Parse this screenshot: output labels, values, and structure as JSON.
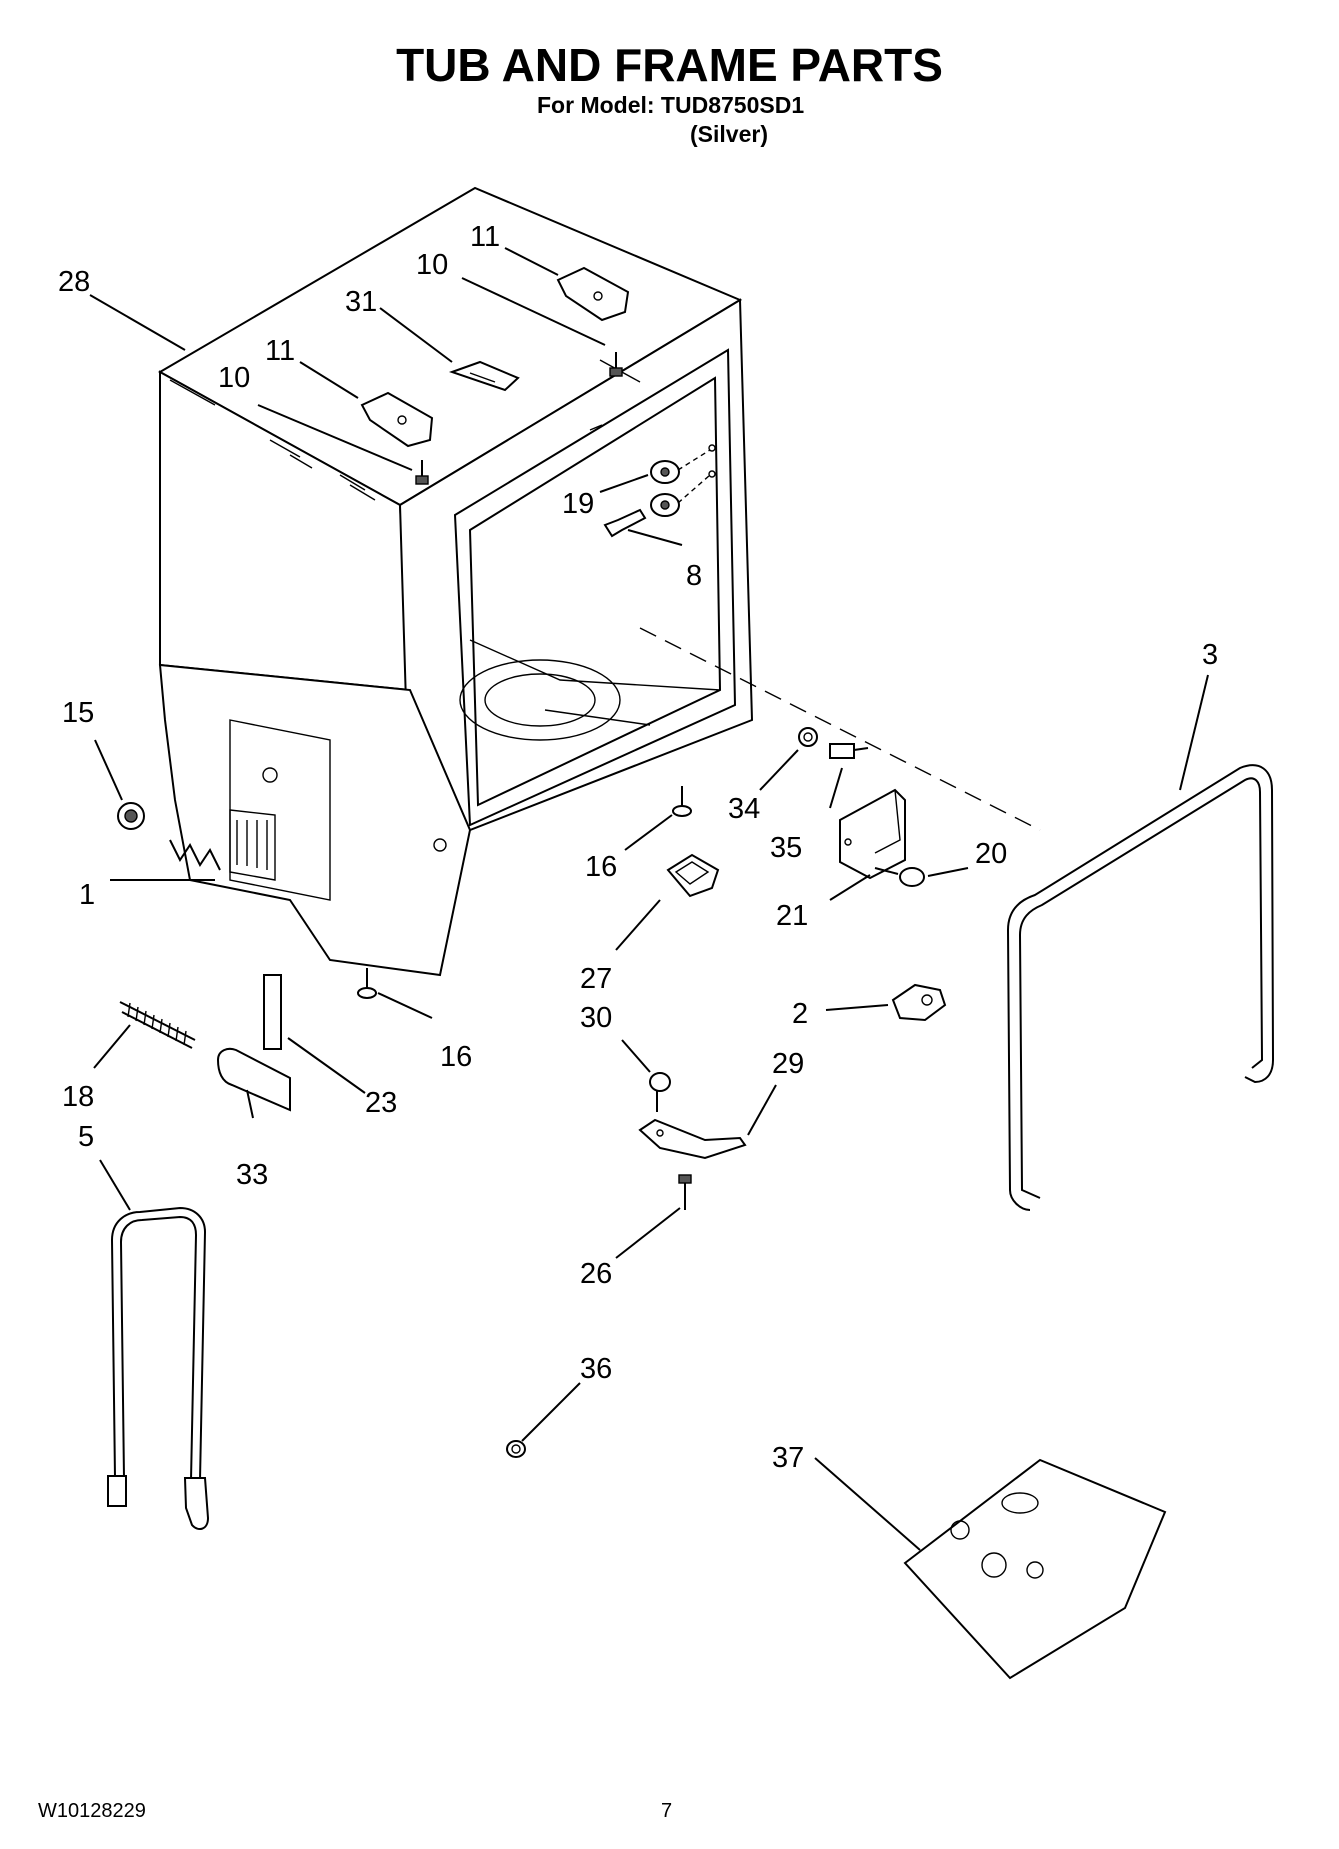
{
  "title": "TUB AND FRAME PARTS",
  "model_line": "For Model: TUD8750SD1",
  "variant": "(Silver)",
  "document_number": "W10128229",
  "page_number": "7",
  "callouts": {
    "c28": "28",
    "c11a": "11",
    "c10a": "10",
    "c31": "31",
    "c11b": "11",
    "c10b": "10",
    "c19": "19",
    "c8": "8",
    "c3": "3",
    "c15": "15",
    "c1": "1",
    "c34": "34",
    "c35": "35",
    "c20": "20",
    "c21": "21",
    "c16a": "16",
    "c16b": "16",
    "c27": "27",
    "c30": "30",
    "c29": "29",
    "c2": "2",
    "c18": "18",
    "c23": "23",
    "c33": "33",
    "c5": "5",
    "c26": "26",
    "c36": "36",
    "c37": "37"
  }
}
